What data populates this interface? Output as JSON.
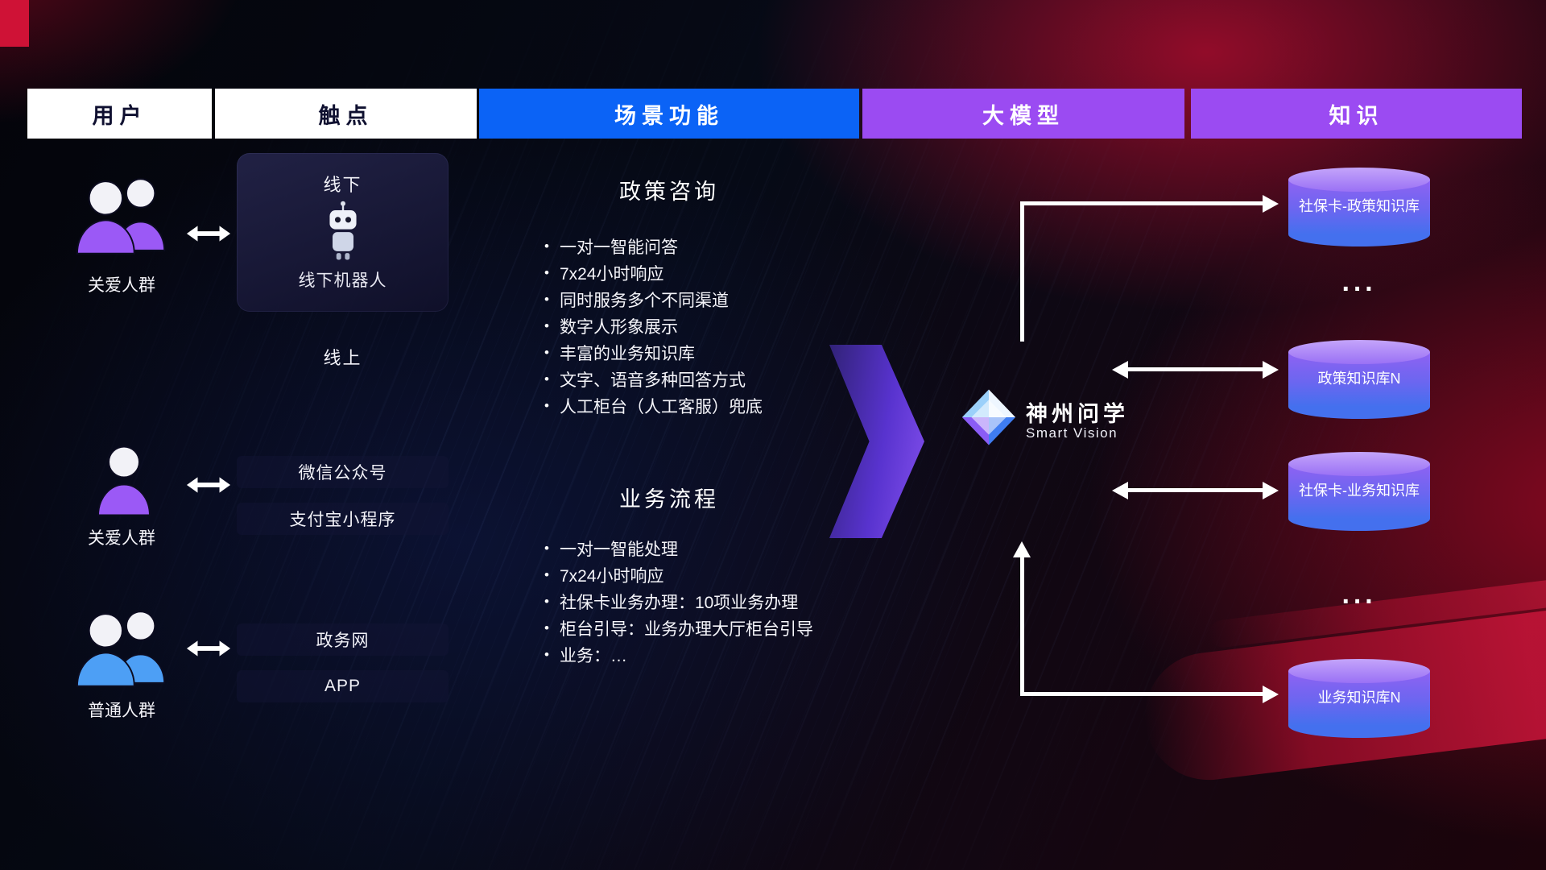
{
  "header": {
    "columns": [
      {
        "label": "用户"
      },
      {
        "label": "触点"
      },
      {
        "label": "场景功能"
      },
      {
        "label": "大模型"
      },
      {
        "label": "知识"
      }
    ]
  },
  "users": [
    {
      "label": "关爱人群"
    },
    {
      "label": "关爱人群"
    },
    {
      "label": "普通人群"
    }
  ],
  "touchpoints": {
    "offline_title": "线下",
    "offline_robot_label": "线下机器人",
    "online_title": "线上",
    "channels": [
      "微信公众号",
      "支付宝小程序",
      "政务网",
      "APP"
    ]
  },
  "scenarios": [
    {
      "title": "政策咨询",
      "items": [
        "一对一智能问答",
        "7x24小时响应",
        "同时服务多个不同渠道",
        "数字人形象展示",
        "丰富的业务知识库",
        "文字、语音多种回答方式",
        "人工柜台（人工客服）兜底"
      ]
    },
    {
      "title": "业务流程",
      "items": [
        "一对一智能处理",
        "7x24小时响应",
        "社保卡业务办理：10项业务办理",
        "柜台引导：业务办理大厅柜台引导",
        "业务：…"
      ]
    }
  ],
  "model": {
    "name": "神州问学",
    "subtitle": "Smart Vision"
  },
  "knowledge": {
    "databases": [
      "社保卡-政策知识库",
      "政策知识库N",
      "社保卡-业务知识库",
      "业务知识库N"
    ],
    "ellipsis": "···"
  },
  "colors": {
    "header_blue": "#0b63f6",
    "header_purple": "#9b4bf2",
    "user_icon_purple": "#9b59f6",
    "user_icon_blue": "#4d9ff5",
    "cylinder_top": "#b18cf8",
    "cylinder_body_end": "#4470ee",
    "flow_arrow_purple": "#6b3cf0",
    "connector_white": "#ffffff",
    "background_red": "#b01030"
  },
  "icons": {
    "users_group": "people-group-icon",
    "single_user": "person-icon",
    "offline_robot": "robot-icon",
    "link": "double-arrow-icon",
    "logo": "diamond-logo-icon",
    "knowledge_store": "database-cylinder"
  }
}
